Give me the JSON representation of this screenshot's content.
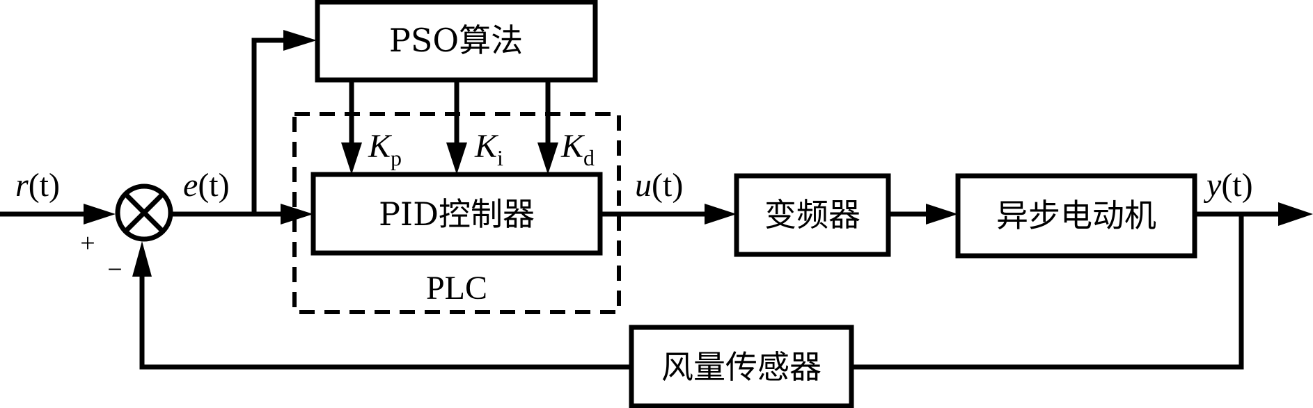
{
  "diagram": {
    "type": "closed-loop control block diagram",
    "blocks": {
      "pso": "PSO算法",
      "pid": "PID控制器",
      "plc": "PLC",
      "inverter": "变频器",
      "motor": "异步电动机",
      "sensor": "风量传感器"
    },
    "signals": {
      "reference": {
        "name": "r",
        "arg": "(t)"
      },
      "error": {
        "name": "e",
        "arg": "(t)"
      },
      "control": {
        "name": "u",
        "arg": "(t)"
      },
      "output": {
        "name": "y",
        "arg": "(t)"
      }
    },
    "gains": {
      "kp": {
        "main": "K",
        "sub": "p"
      },
      "ki": {
        "main": "K",
        "sub": "i"
      },
      "kd": {
        "main": "K",
        "sub": "d"
      }
    },
    "summing_junction": {
      "plus_sign": "+",
      "minus_sign": "−"
    }
  }
}
